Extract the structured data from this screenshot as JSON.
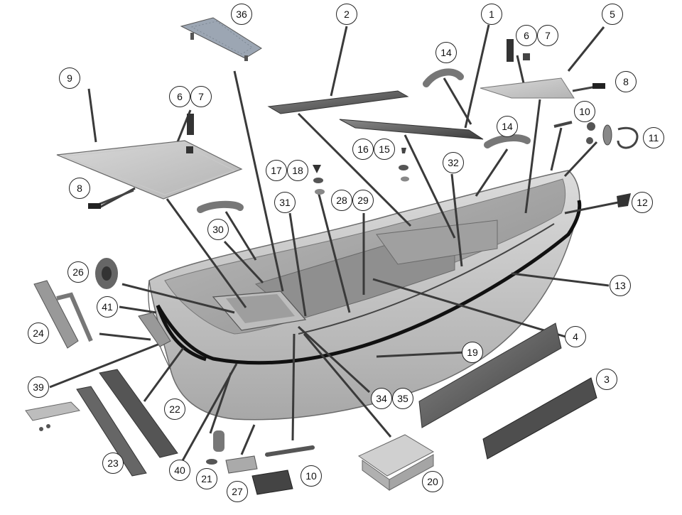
{
  "diagram": {
    "subject": "exploded parts diagram of a small boat",
    "colors": {
      "hull": "#d3d3d3",
      "hull_dark": "#9a9a9a",
      "part": "#b9b9b9",
      "dark_part": "#4a4a4a",
      "leader": "#3a3a3a",
      "fender": "#111111"
    },
    "callouts": {
      "c1": "1",
      "c2": "2",
      "c3": "3",
      "c4": "4",
      "c5": "5",
      "c6a": "6",
      "c7a": "7",
      "c6b": "6",
      "c7b": "7",
      "c8a": "8",
      "c8b": "8",
      "c9": "9",
      "c10a": "10",
      "c10b": "10",
      "c11": "11",
      "c12": "12",
      "c13": "13",
      "c14a": "14",
      "c14b": "14",
      "c15": "15",
      "c16": "16",
      "c17": "17",
      "c18": "18",
      "c19": "19",
      "c20": "20",
      "c21": "21",
      "c22": "22",
      "c23": "23",
      "c24": "24",
      "c26": "26",
      "c27": "27",
      "c28": "28",
      "c29": "29",
      "c30": "30",
      "c31": "31",
      "c32": "32",
      "c34": "34",
      "c35": "35",
      "c36": "36",
      "c39": "39",
      "c40": "40",
      "c41": "41"
    }
  }
}
